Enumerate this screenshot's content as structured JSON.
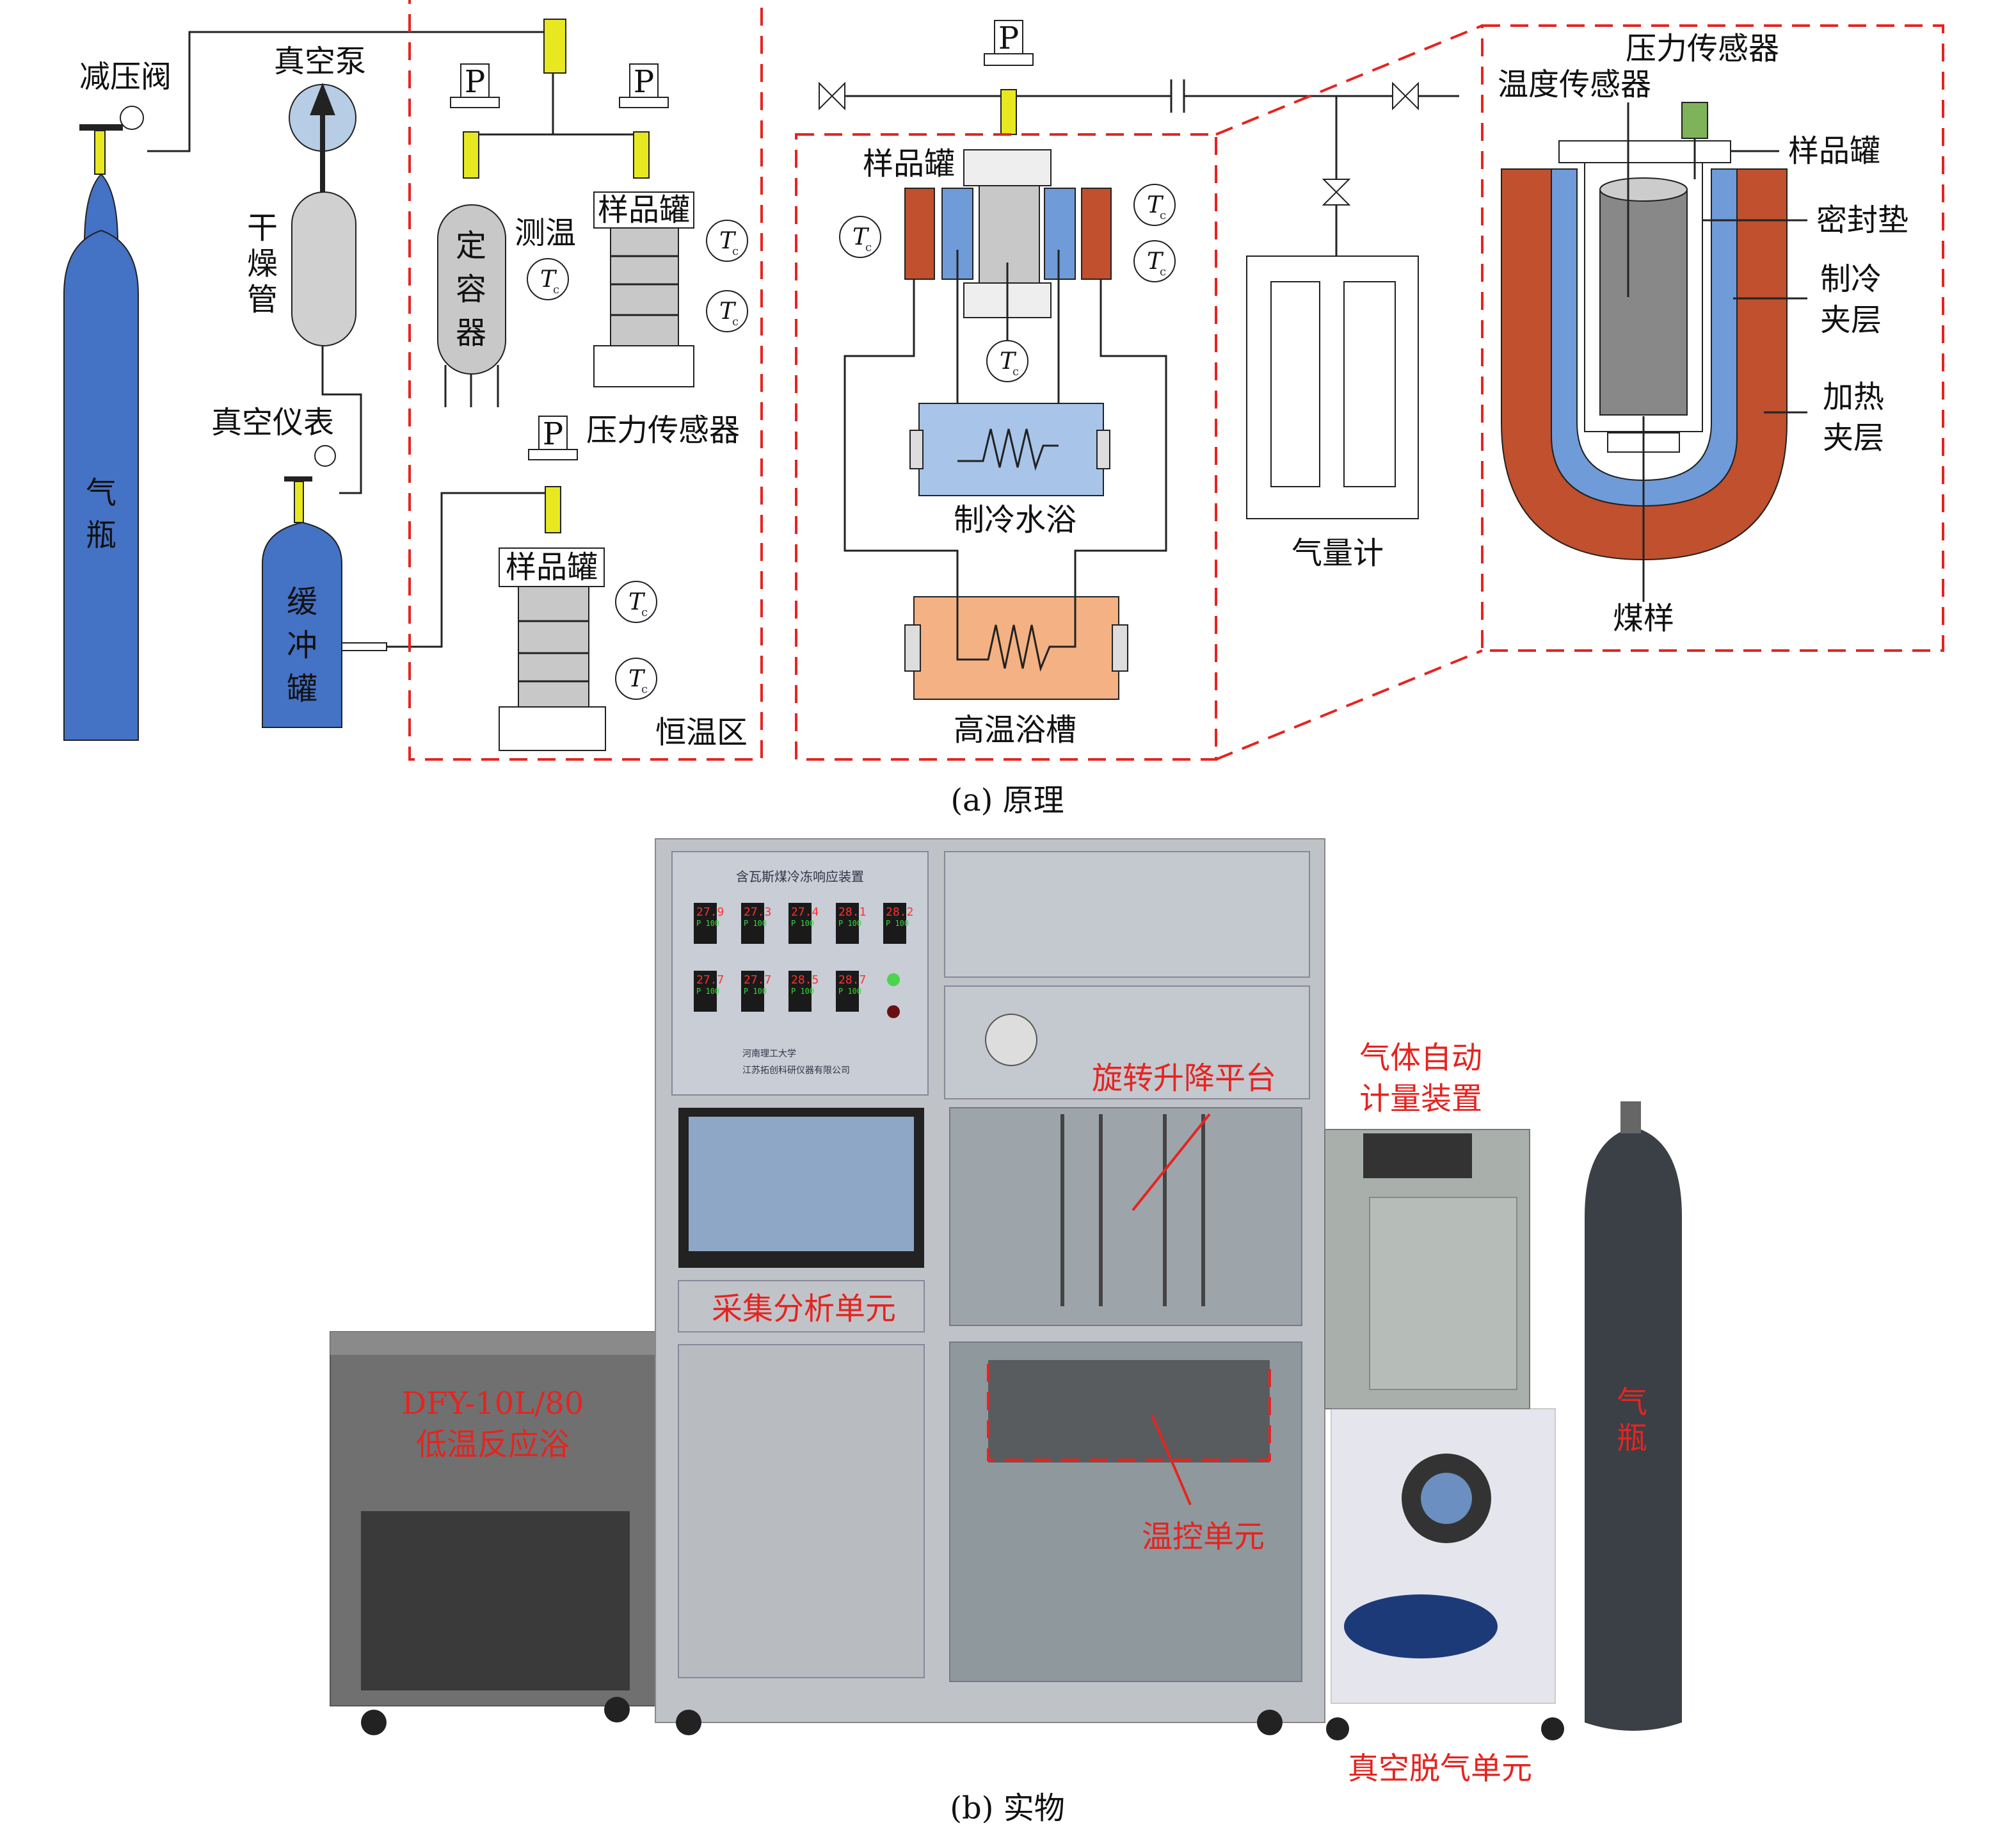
{
  "panel_a": {
    "caption": "(a) 原理",
    "labels": {
      "pressure_reducing_valve": "减压阀",
      "vacuum_pump": "真空泵",
      "drying_tube": [
        "干",
        "燥",
        "管"
      ],
      "vacuum_gauge": "真空仪表",
      "gas_cylinder": [
        "气",
        "瓶"
      ],
      "buffer_tank": [
        "缓",
        "冲",
        "罐"
      ],
      "constant_volume_vessel": [
        "定",
        "容",
        "器"
      ],
      "temperature_measure": "测温",
      "sample_tank": "样品罐",
      "pressure_sensor": "压力传感器",
      "constant_temp_zone": "恒温区",
      "p": "P",
      "tc": "T",
      "tc_sub": "c",
      "refrigeration_bath": "制冷水浴",
      "high_temp_bath": "高温浴槽",
      "gas_meter": "气量计",
      "temperature_sensor": "温度传感器",
      "seal_gasket": "密封垫",
      "cooling_jacket": [
        "制冷",
        "夹层"
      ],
      "heating_jacket": [
        "加热",
        "夹层"
      ],
      "coal_sample": "煤样"
    },
    "colors": {
      "cylinder": "#4472c4",
      "red_jacket": "#c0502e",
      "blue_jacket": "#6f9bd8",
      "cool_bath": "#a8c4e8",
      "hot_bath": "#f4b183",
      "sensor": "#7fb35a",
      "valve": "#e8e820"
    }
  },
  "panel_b": {
    "caption": "(b) 实物",
    "labels": {
      "rotating_platform": "旋转升降平台",
      "gas_metering": [
        "气体自动",
        "计量装置"
      ],
      "acquisition_unit": "采集分析单元",
      "bath_model": "DFY-10L/80",
      "low_temp_bath": "低温反应浴",
      "temp_control_unit": "温控单元",
      "gas_cylinder": [
        "气",
        "瓶"
      ],
      "vacuum_degassing_unit": "真空脱气单元"
    },
    "panel_title": "含瓦斯煤冷冻响应装置",
    "university": "河南理工大学",
    "company": "江苏拓创科研仪器有限公司",
    "displays_row1": [
      "27.9",
      "27.3",
      "27.4",
      "28.1",
      "28.2"
    ],
    "displays_row2": [
      "27.7",
      "27.7",
      "28.5",
      "28.7"
    ],
    "display_setpoint": "P 100"
  }
}
